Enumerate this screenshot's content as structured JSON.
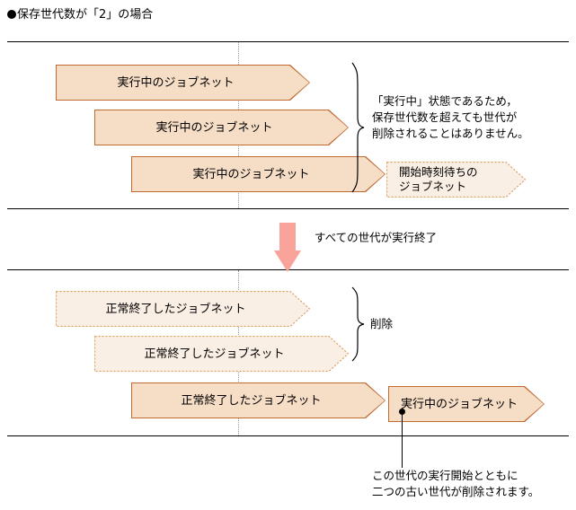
{
  "heading": {
    "bullet": "●",
    "text": "保存世代数が「2」の場合"
  },
  "upper_section": {
    "boxes": [
      {
        "label": "実行中のジョブネット"
      },
      {
        "label": "実行中のジョブネット"
      },
      {
        "label": "実行中のジョブネット"
      }
    ],
    "note": "「実行中」状態であるため，\n保存世代数を超えても世代が\n削除されることはありません。",
    "waiting_box": {
      "label": "開始時刻待ちの\nジョブネット"
    }
  },
  "transition": {
    "arrow_icon": "down-arrow-icon",
    "label": "すべての世代が実行終了"
  },
  "lower_section": {
    "boxes": [
      {
        "label": "正常終了したジョブネット"
      },
      {
        "label": "正常終了したジョブネット"
      },
      {
        "label": "正常終了したジョブネット"
      }
    ],
    "brace_label": "削除",
    "running_box": {
      "label": "実行中のジョブネット"
    },
    "callout": "この世代の実行開始とともに\n二つの古い世代が削除されます。"
  },
  "colors": {
    "fill_solid": "#f6ddc6",
    "fill_dotted": "#faefe4",
    "border_orange": "#c06a32",
    "border_dotted": "#d9a064",
    "arrow_pink": "#f9a39a",
    "line_black": "#000000",
    "guide_gray": "#9a9a9a"
  }
}
